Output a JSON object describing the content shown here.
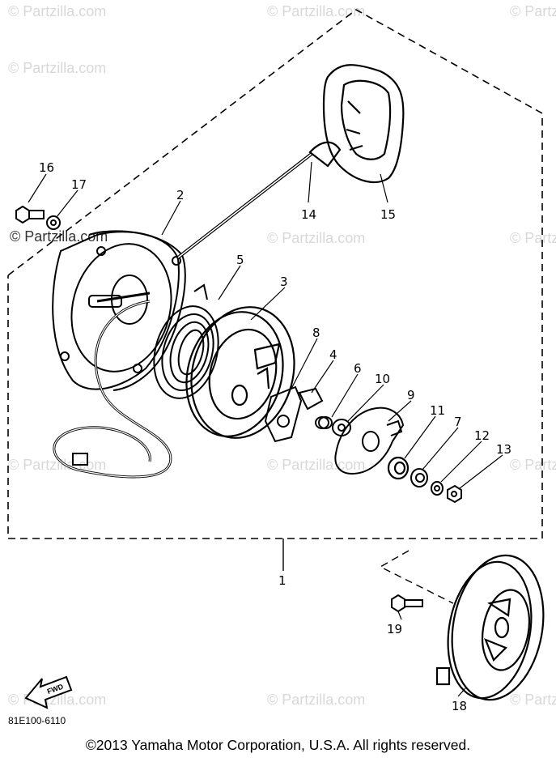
{
  "callouts": {
    "c1": "1",
    "c2": "2",
    "c3": "3",
    "c4": "4",
    "c5": "5",
    "c6": "6",
    "c7": "7",
    "c8": "8",
    "c9": "9",
    "c10": "10",
    "c11": "11",
    "c12": "12",
    "c13": "13",
    "c14": "14",
    "c15": "15",
    "c16": "16",
    "c17": "17",
    "c18": "18",
    "c19": "19"
  },
  "watermark": "© Partzilla.com",
  "fwd_label": "FWD",
  "diagram_code": "81E100-6110",
  "copyright": "©2013  Yamaha Motor Corporation, U.S.A. All rights reserved."
}
